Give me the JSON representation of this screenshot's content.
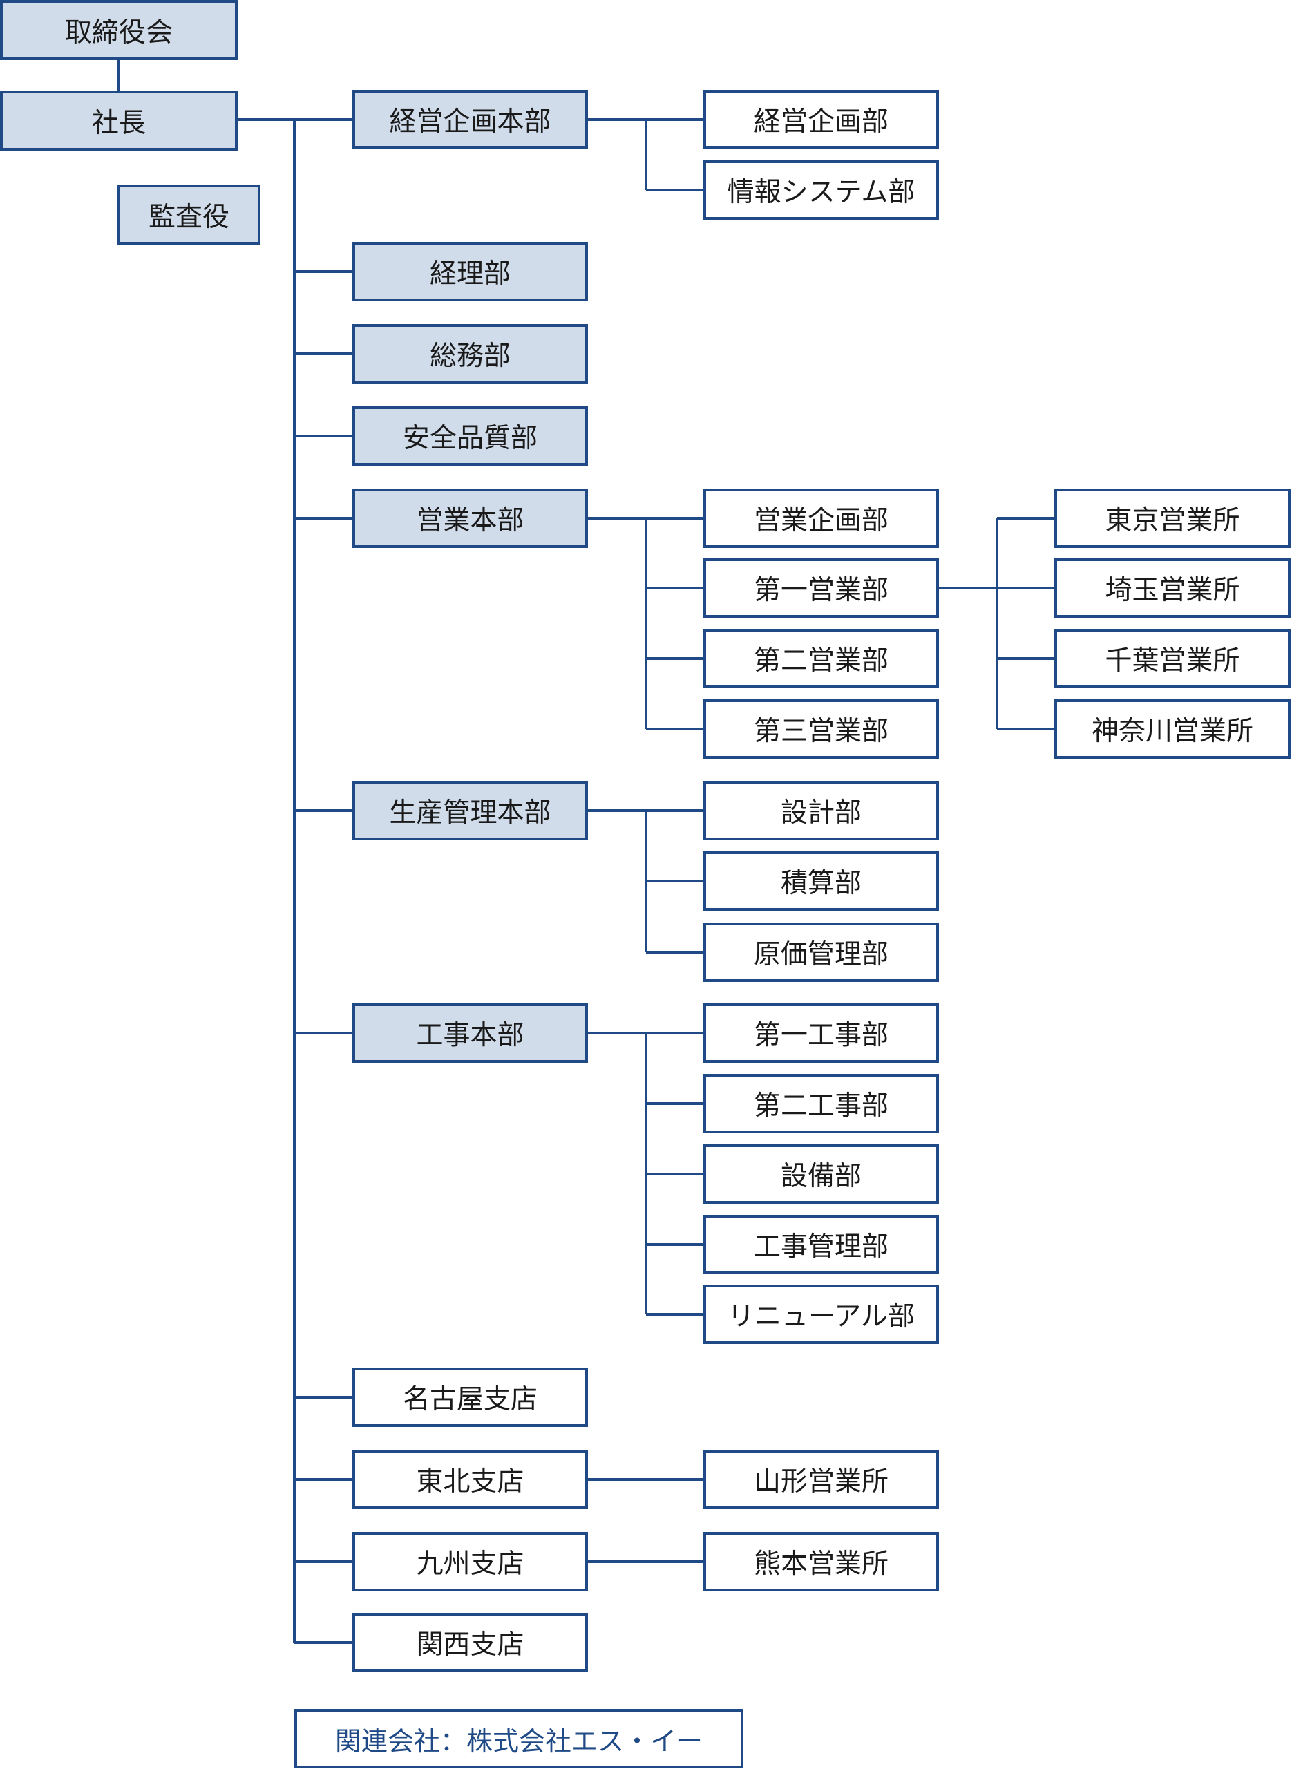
{
  "org": {
    "board": "取締役会",
    "president": "社長",
    "auditor": "監査役",
    "divisions": {
      "corporate_planning_hq": "経営企画本部",
      "accounting": "経理部",
      "general_affairs": "総務部",
      "safety_quality": "安全品質部",
      "sales_hq": "営業本部",
      "production_hq": "生産管理本部",
      "construction_hq": "工事本部",
      "nagoya_branch": "名古屋支店",
      "tohoku_branch": "東北支店",
      "kyushu_branch": "九州支店",
      "kansai_branch": "関西支店"
    },
    "departments": {
      "corporate_planning": "経営企画部",
      "information_systems": "情報システム部",
      "sales_planning": "営業企画部",
      "sales_1": "第一営業部",
      "sales_2": "第二営業部",
      "sales_3": "第三営業部",
      "design": "設計部",
      "estimating": "積算部",
      "cost_management": "原価管理部",
      "construction_1": "第一工事部",
      "construction_2": "第二工事部",
      "facilities": "設備部",
      "construction_management": "工事管理部",
      "renewal": "リニューアル部",
      "yamagata_office": "山形営業所",
      "kumamoto_office": "熊本営業所"
    },
    "offices": {
      "tokyo": "東京営業所",
      "saitama": "埼玉営業所",
      "chiba": "千葉営業所",
      "kanagawa": "神奈川営業所"
    },
    "affiliate": "関連会社：株式会社エス・イー"
  },
  "colors": {
    "line": "#1f4a86",
    "shaded_fill": "#d0dcea",
    "text": "#1a1a1a"
  }
}
